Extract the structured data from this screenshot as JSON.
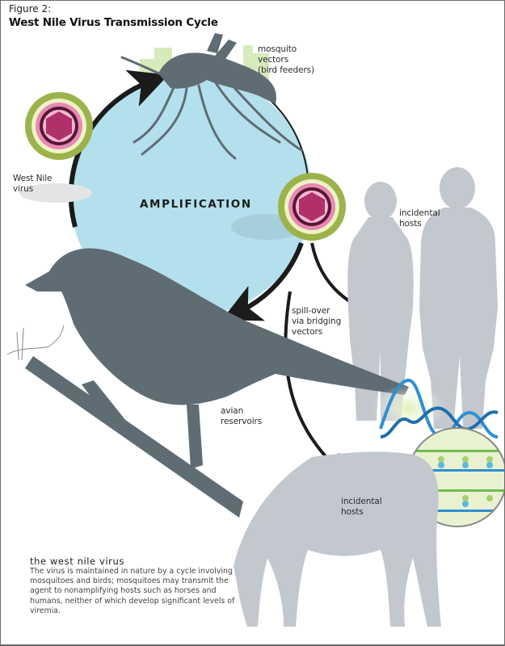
{
  "figure": {
    "number": "Figure 2:",
    "title": "West Nile Virus Transmission Cycle"
  },
  "diagram": {
    "center_label": "AMPLIFICATION",
    "nodes": [
      {
        "id": "mosquito",
        "label": "mosquito\nvectors\n(bird feeders)",
        "icon": "mosquito-icon"
      },
      {
        "id": "virus",
        "label": "West Nile\nvirus",
        "icon": "virus-particle-icon"
      },
      {
        "id": "humans",
        "label": "incidental\nhosts",
        "icon": "human-silhouettes-icon"
      },
      {
        "id": "spillover",
        "label": "spill-over\nvia bridging\nvectors"
      },
      {
        "id": "bird",
        "label": "avian\nreservoirs",
        "icon": "bird-icon"
      },
      {
        "id": "horse",
        "label": "incidental\nhosts",
        "icon": "horse-icon"
      }
    ],
    "extras": [
      "dna-helix-icon",
      "rna-strand-detail-icon",
      "artist-signature"
    ]
  },
  "caption": {
    "heading": "the west nile virus",
    "body": "The virus is maintained in nature by a cycle involving mosquitoes and birds; mosquitoes may transmit the agent to nonamplifying hosts such as horses and humans, neither of which develop significant levels of viremia."
  },
  "colors": {
    "amplification_circle": "#b3e0ec",
    "silhouette_dark": "#5f6c73",
    "silhouette_light": "#c3c8cf",
    "arrow": "#1b1b1b",
    "virus_outer": "#9bb34a",
    "virus_inner": "#b0306a",
    "dna": "#2f8fd0",
    "green_highlight": "#d8eabb"
  }
}
